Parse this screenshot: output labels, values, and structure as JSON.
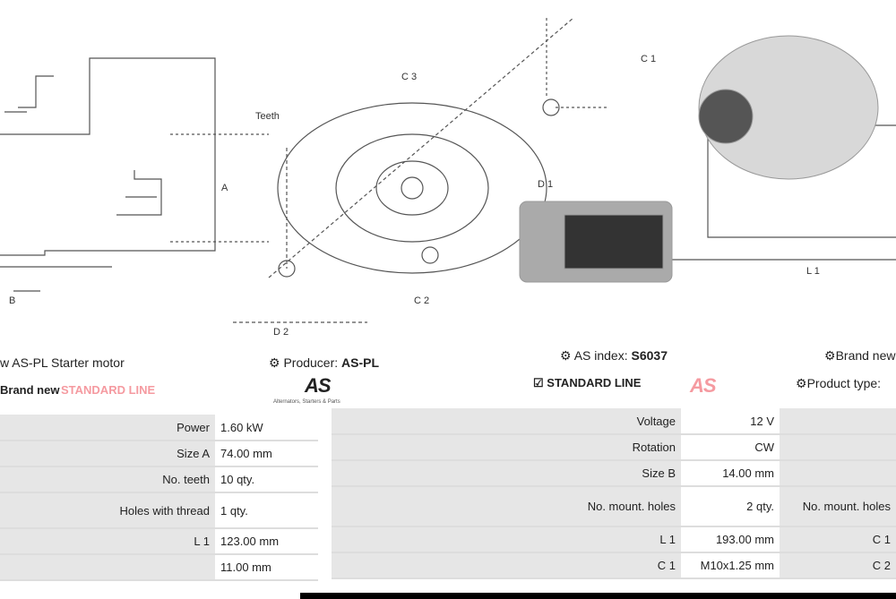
{
  "drawing": {
    "labels": {
      "teeth": "Teeth",
      "a": "A",
      "b": "B",
      "c1": "C 1",
      "c2": "C 2",
      "c3": "C 3",
      "d1": "D 1",
      "l1": "L 1",
      "d2": "D 2"
    }
  },
  "header_left": {
    "title": "w AS-PL Starter motor",
    "producer_label": "Producer:",
    "producer": "AS-PL",
    "brand_new": "Brand new",
    "standard_line": "STANDARD LINE",
    "logo": "AS",
    "logo_tagline": "Alternators, Starters & Parts"
  },
  "header_right": {
    "index_label": "AS index:",
    "index": "S6037",
    "brand_new": "Brand new",
    "standard_line": "STANDARD LINE",
    "logo": "AS",
    "product_type_label": "Product type:"
  },
  "left_table": [
    {
      "label": "Power",
      "value": "1.60 kW"
    },
    {
      "label": "Size A",
      "value": "74.00 mm"
    },
    {
      "label": "No. teeth",
      "value": "10 qty."
    },
    {
      "label": "Holes with thread",
      "value": "1 qty."
    },
    {
      "label": "L 1",
      "value": "123.00 mm"
    },
    {
      "label": "",
      "value": "11.00 mm"
    }
  ],
  "right_table": [
    {
      "label": "Voltage",
      "value": "12 V",
      "extra": ""
    },
    {
      "label": "Rotation",
      "value": "CW",
      "extra": ""
    },
    {
      "label": "Size B",
      "value": "14.00 mm",
      "extra": ""
    },
    {
      "label": "No. mount. holes",
      "value": "2 qty.",
      "extra": "No. mount. holes"
    },
    {
      "label": "L 1",
      "value": "193.00 mm",
      "extra": "C 1"
    },
    {
      "label": "C 1",
      "value": "M10x1.25 mm",
      "extra": "C 2"
    }
  ]
}
